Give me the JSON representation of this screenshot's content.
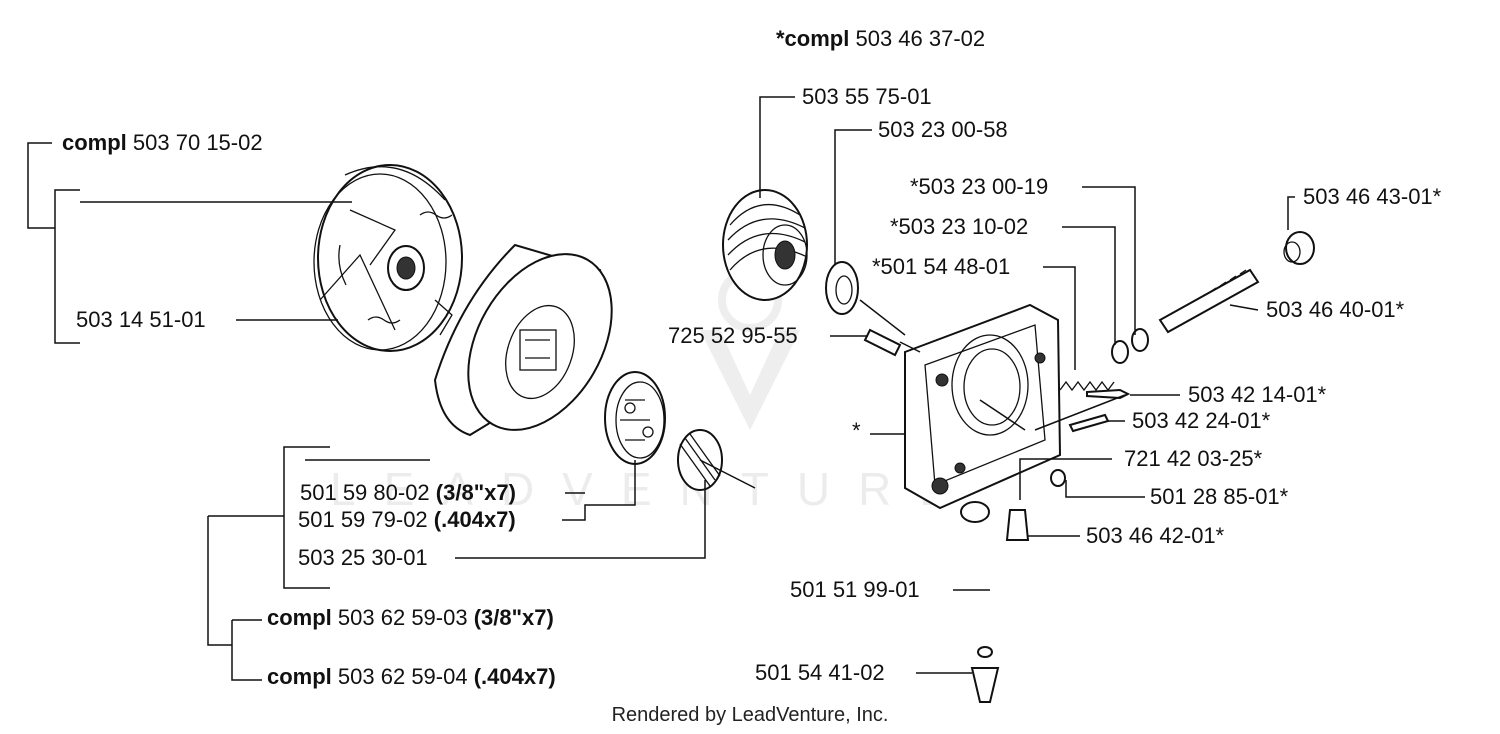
{
  "header": {
    "compl_bold": "*compl",
    "compl_number": "503 46 37-02"
  },
  "labels": {
    "clutch_compl_bold": "compl",
    "clutch_compl_number": "503 70 15-02",
    "clutch_spring": "503 14 51-01",
    "drum_380": "501 59 80-02",
    "drum_380_spec": "(3/8\"x7)",
    "drum_404": "501 59 79-02",
    "drum_404_spec": "(.404x7)",
    "needle_bearing": "503 25 30-01",
    "compl_a_bold": "compl",
    "compl_a_number": "503 62 59-03",
    "compl_a_spec": "(3/8\"x7)",
    "compl_b_bold": "compl",
    "compl_b_number": "503 62 59-04",
    "compl_b_spec": "(.404x7)",
    "worm_gear": "503 55 75-01",
    "washer": "503 23 00-58",
    "washer_19": "*503 23 00-19",
    "oring": "*503 23 10-02",
    "spring": "*501 54 48-01",
    "plug": "503 46 43-01*",
    "screw_725": "725 52 95-55",
    "shaft": "503 46 40-01*",
    "pin_14": "503 42 14-01*",
    "pin_24": "503 42 24-01*",
    "star": "*",
    "pin_721": "721 42 03-25*",
    "nut": "501 28 85-01*",
    "nozzle": "503 46 42-01*",
    "hose": "501 51 99-01",
    "filter": "501 54 41-02"
  },
  "footer": "Rendered by LeadVenture, Inc."
}
